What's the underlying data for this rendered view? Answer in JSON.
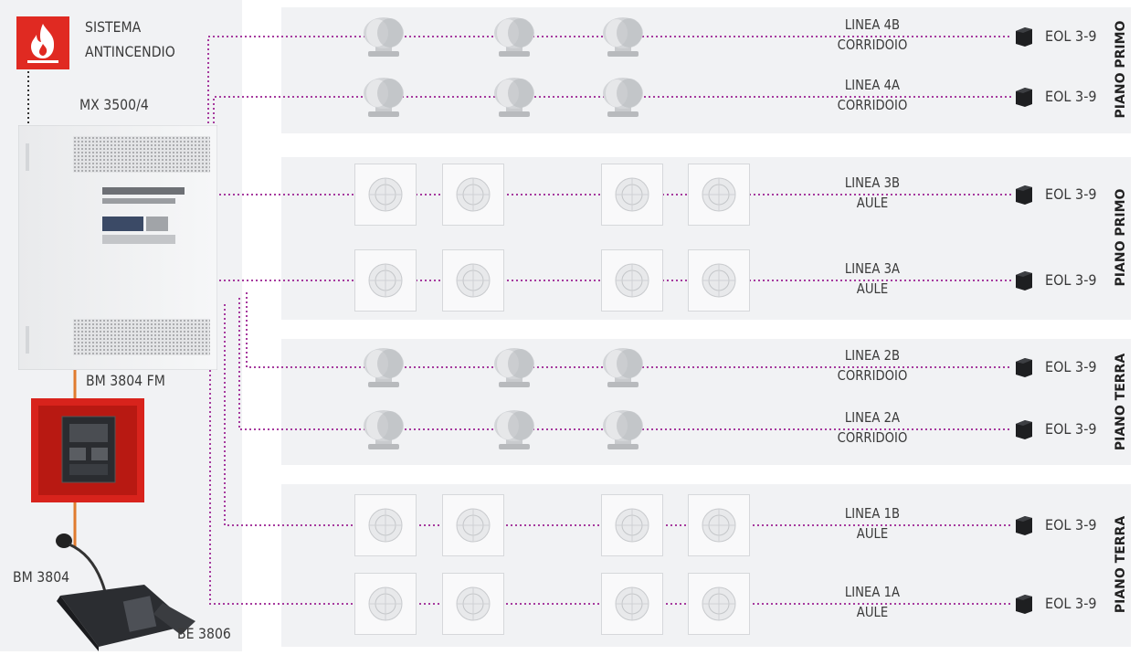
{
  "colors": {
    "fire_red": "#e02a22",
    "line_dots": "#a63a9e",
    "cable_orange": "#e07b2e",
    "panel_bg": "#f1f2f4"
  },
  "components": {
    "fire_system": {
      "icon": "fire-icon",
      "line1": "SISTEMA",
      "line2": "ANTINCENDIO"
    },
    "main_unit": "MX 3500/4",
    "fm_unit": "BM 3804 FM",
    "microphone": "BM 3804",
    "extension": "BE 3806"
  },
  "lines": [
    {
      "label": "LINEA 4B",
      "area": "CORRIDOIO",
      "speaker": "projector",
      "eol": "EOL 3-9"
    },
    {
      "label": "LINEA 4A",
      "area": "CORRIDOIO",
      "speaker": "projector",
      "eol": "EOL 3-9"
    },
    {
      "label": "LINEA 3B",
      "area": "AULE",
      "speaker": "box",
      "eol": "EOL 3-9"
    },
    {
      "label": "LINEA 3A",
      "area": "AULE",
      "speaker": "box",
      "eol": "EOL 3-9"
    },
    {
      "label": "LINEA 2B",
      "area": "CORRIDOIO",
      "speaker": "projector",
      "eol": "EOL 3-9"
    },
    {
      "label": "LINEA 2A",
      "area": "CORRIDOIO",
      "speaker": "projector",
      "eol": "EOL 3-9"
    },
    {
      "label": "LINEA 1B",
      "area": "AULE",
      "speaker": "box",
      "eol": "EOL 3-9"
    },
    {
      "label": "LINEA 1A",
      "area": "AULE",
      "speaker": "box",
      "eol": "EOL 3-9"
    }
  ],
  "floors": [
    "PIANO PRIMO",
    "PIANO PRIMO",
    "PIANO TERRA",
    "PIANO TERRA"
  ]
}
